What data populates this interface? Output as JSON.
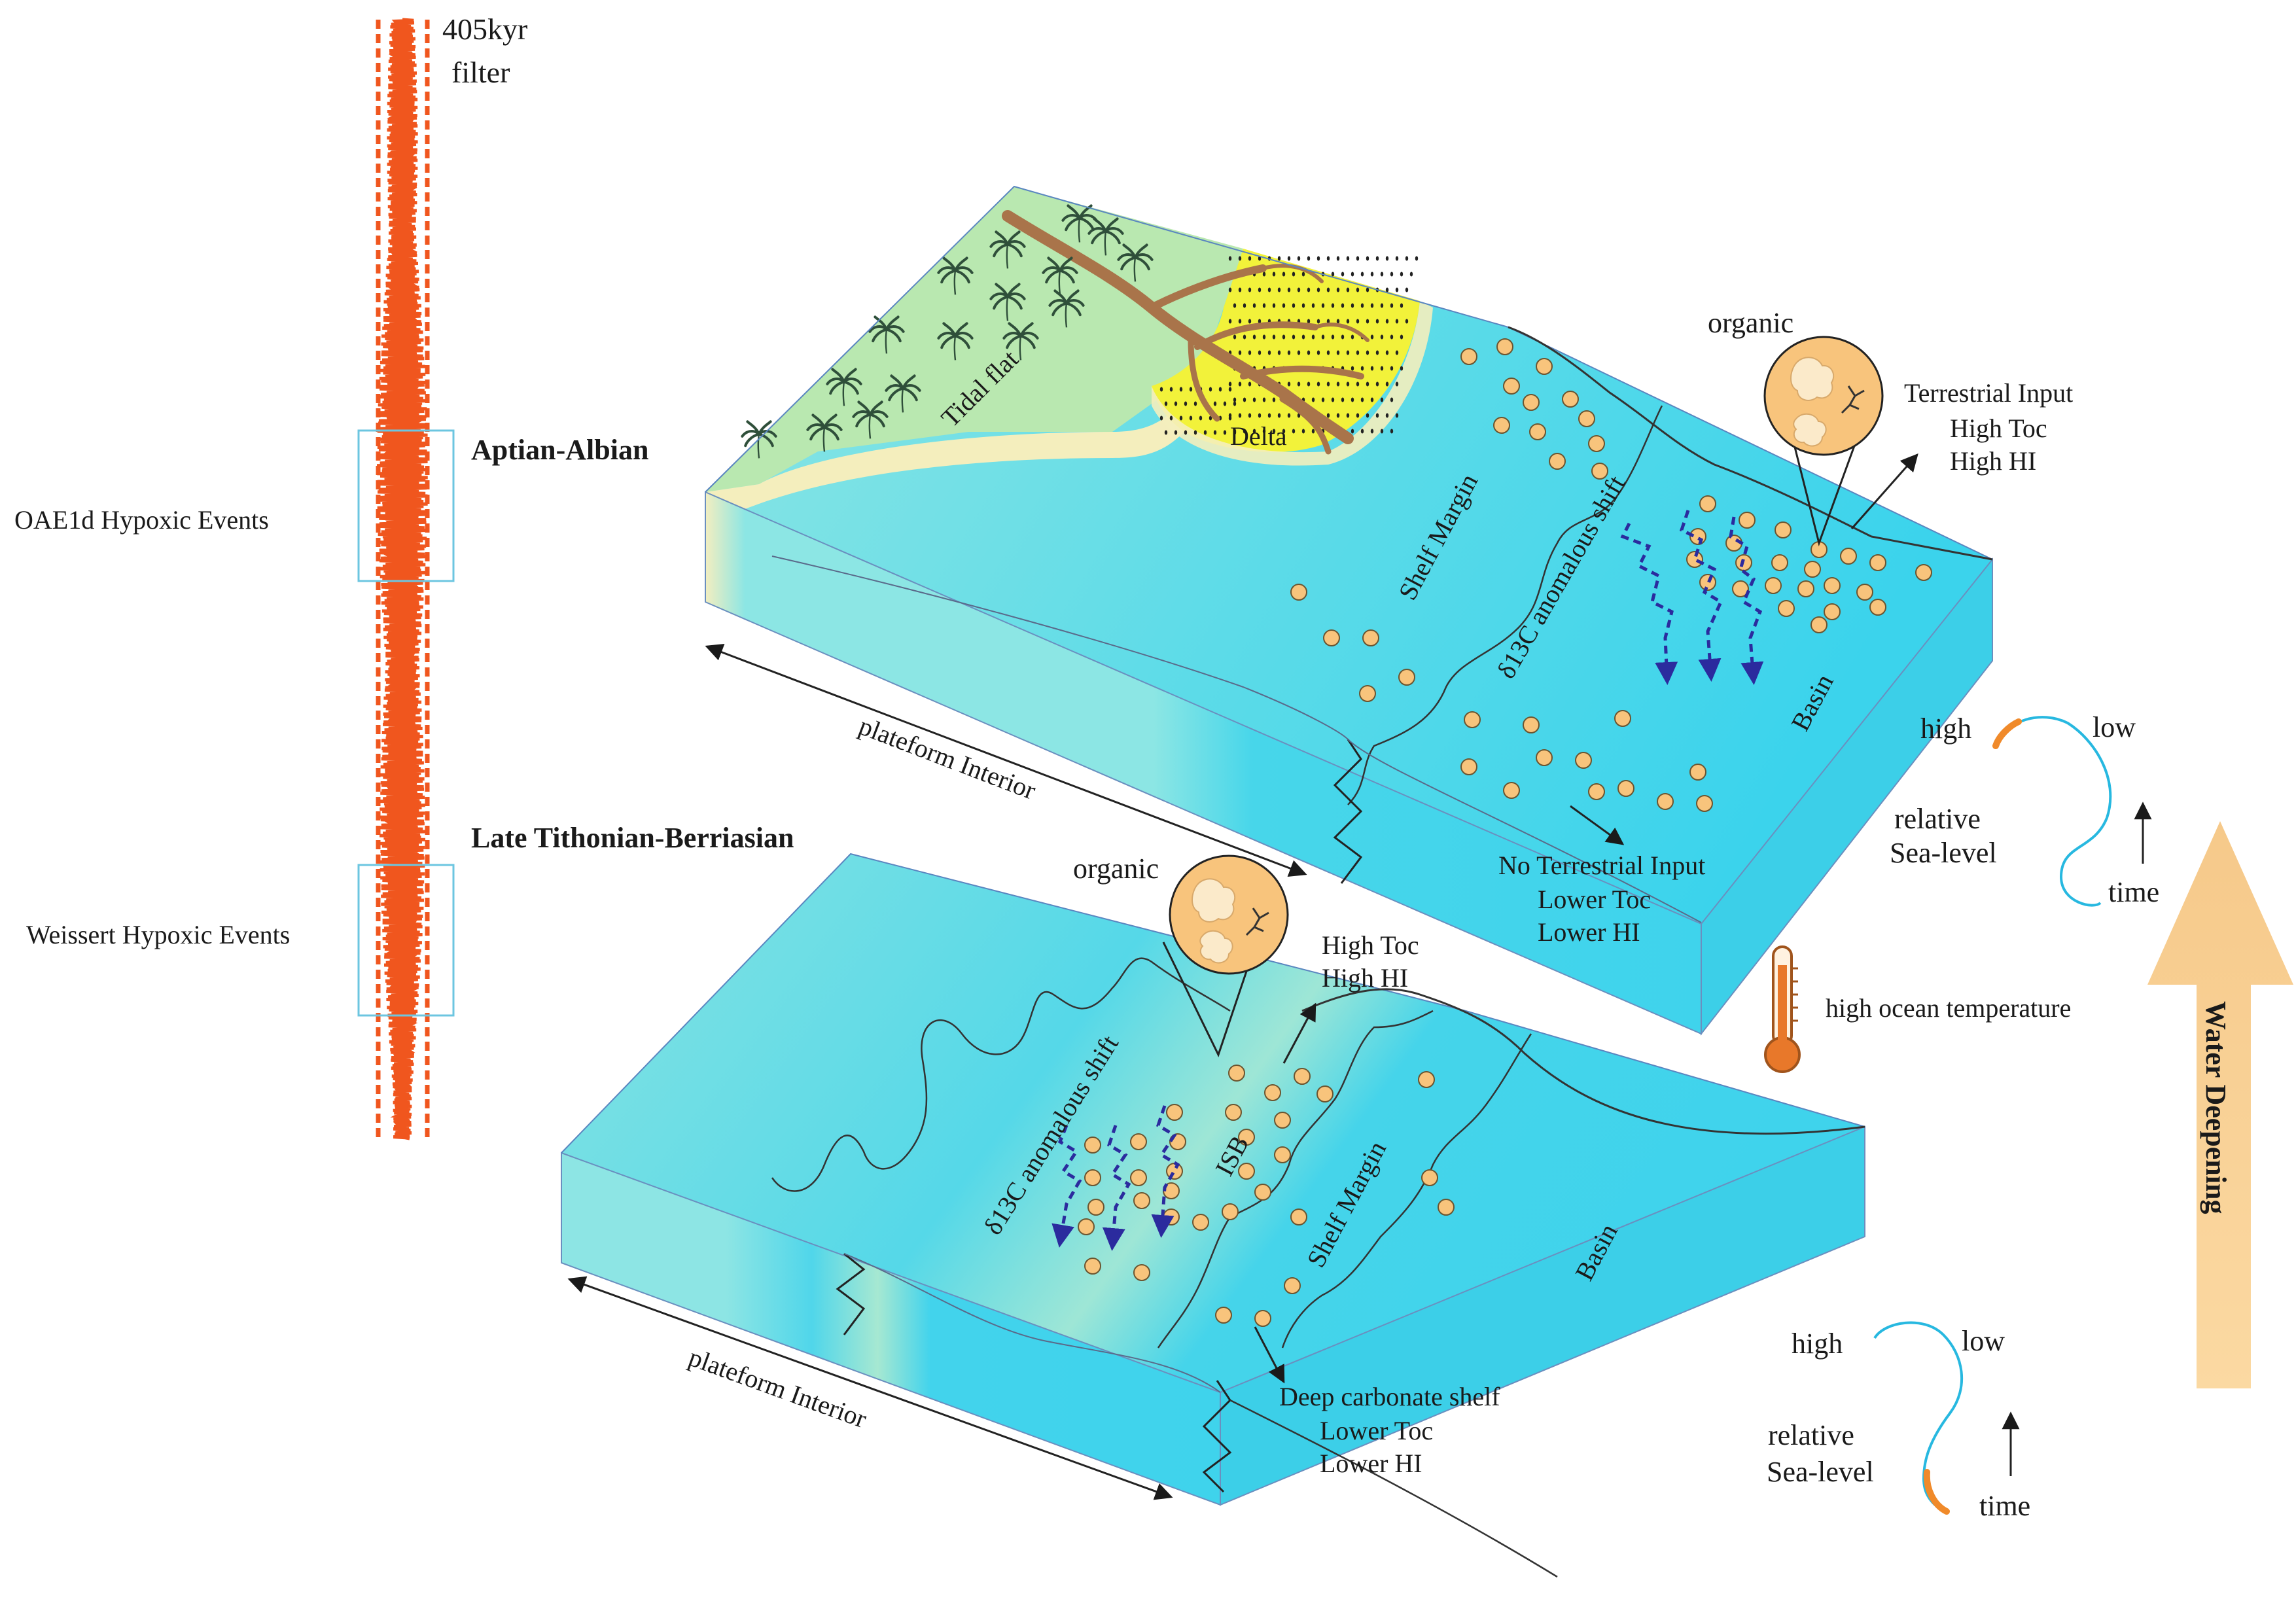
{
  "filter": {
    "label_line1": "405kyr",
    "label_line2": "filter",
    "event_upper": "OAE1d Hypoxic Events",
    "event_lower": "Weissert Hypoxic Events",
    "color": "#f0561e",
    "box_color": "#6cc6e0"
  },
  "upper_block": {
    "period": "Aptian-Albian",
    "tidal_flat": "Tidal flat",
    "delta": "Delta",
    "shelf_margin": "Shelf Margin",
    "d13c_label": "δ13C anomalous shift",
    "basin": "Basin",
    "organic": "organic",
    "input_line1": "Terrestrial Input",
    "input_line2": "High Toc",
    "input_line3": "High HI",
    "noinput_line1": "No Terrestrial Input",
    "noinput_line2": "Lower Toc",
    "noinput_line3": "Lower HI",
    "platform": "plateform Interior",
    "sealevel": {
      "high": "high",
      "low": "low",
      "relative": "relative",
      "sealevel": "Sea-level",
      "time": "time"
    }
  },
  "lower_block": {
    "period": "Late Tithonian-Berriasian",
    "organic": "organic",
    "input_line1": "High Toc",
    "input_line2": "High HI",
    "d13c_label": "δ13C anomalous shift",
    "isb": "ISB",
    "shelf_margin": "Shelf Margin",
    "basin": "Basin",
    "deep_line1": "Deep carbonate shelf",
    "deep_line2": "Lower Toc",
    "deep_line3": "Lower HI",
    "platform": "plateform Interior",
    "sealevel": {
      "high": "high",
      "low": "low",
      "relative": "relative",
      "sealevel": "Sea-level",
      "time": "time"
    }
  },
  "temperature": "high ocean temperature",
  "water_deepening": "Water Deepening",
  "colors": {
    "water_light": "#86e2e2",
    "water_deep": "#3fd5ea",
    "land_green": "#b9e8b0",
    "delta_yellow": "#f2f23a",
    "sand": "#f4eebd",
    "dot_fill": "#f8c47c",
    "dash_arrow": "#2b2b9e",
    "big_arrow": "#f8cf8c",
    "curve": "#27b8e0",
    "curve_highlight": "#f08a2a"
  }
}
